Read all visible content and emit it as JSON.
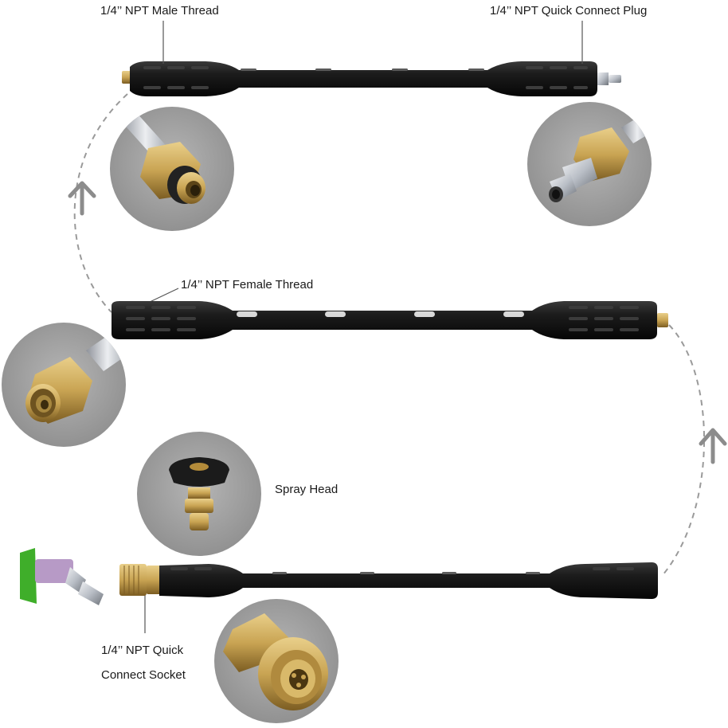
{
  "labels": {
    "male_thread": "1/4’’ NPT Male Thread",
    "quick_plug": "1/4’’ NPT Quick Connect Plug",
    "female_thread": "1/4’’ NPT Female Thread",
    "spray_head": "Spray Head",
    "socket_line1": "1/4’’ NPT Quick",
    "socket_line2": "Connect Socket"
  },
  "colors": {
    "wand_body": "#161616",
    "grip": "#262626",
    "slot": "#d8d8d8",
    "brass": "#c9a453",
    "brass_dark": "#8a6a2c",
    "steel": "#c6cad0",
    "circle_bg": "#9b9b9b",
    "arrow": "#8c8c8c",
    "nozzle_green": "#3fae2a",
    "label_text": "#1a1a1a"
  },
  "icons": [
    "up-arrow-icon",
    "dashed-curve-connector",
    "brass-fitting",
    "spray-nozzle"
  ]
}
